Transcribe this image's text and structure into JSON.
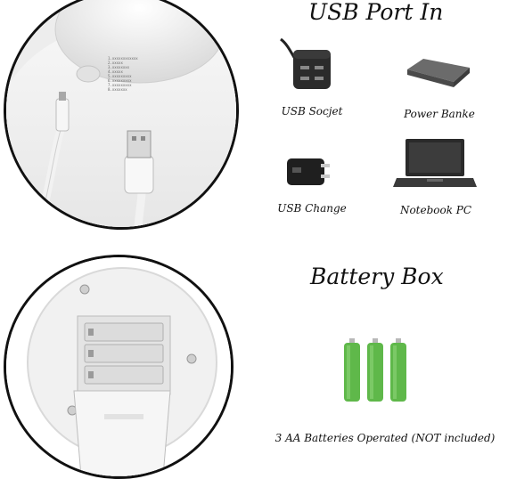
{
  "usb_section": {
    "title": "USB Port In",
    "sources": [
      {
        "label": "USB Socjet",
        "icon": "usb-socket-icon"
      },
      {
        "label": "Power Banke",
        "icon": "power-bank-icon"
      },
      {
        "label": "USB Change",
        "icon": "usb-charger-icon"
      },
      {
        "label": "Notebook PC",
        "icon": "notebook-pc-icon"
      }
    ],
    "device_label_lines": [
      "1.xxxxxxxxxxxx",
      "2.xxxxx",
      "3.xxxxxxxx",
      "4.xxxxx",
      "5.xxxxxxxxx",
      "6.xxxxxxxxx",
      "7.xxxxxxxxx",
      "8.xxxxxxx"
    ]
  },
  "battery_section": {
    "title": "Battery Box",
    "note": "3 AA Batteries Operated (NOT included)",
    "battery_count": 3
  },
  "colors": {
    "outline": "#111111",
    "battery_green": "#5fb84a",
    "device_white": "#f4f4f4"
  }
}
